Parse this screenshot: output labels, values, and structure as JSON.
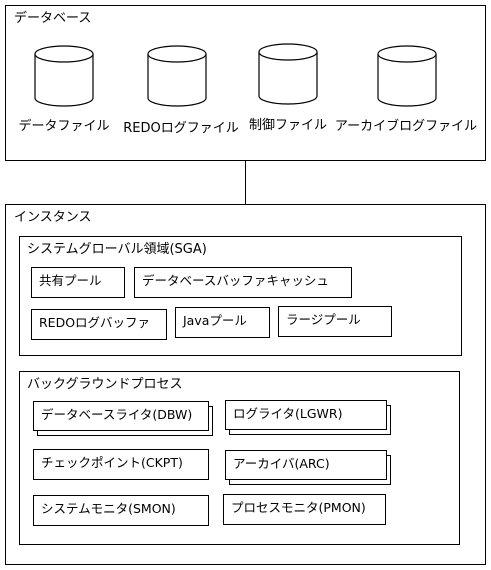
{
  "database": {
    "title": "データベース",
    "files": [
      {
        "label": "データファイル"
      },
      {
        "label": "REDOログファイル"
      },
      {
        "label": "制御ファイル"
      },
      {
        "label": "アーカイブログファイル"
      }
    ]
  },
  "instance": {
    "title": "インスタンス",
    "sga": {
      "title": "システムグローバル領域(SGA)",
      "components": [
        {
          "label": "共有プール"
        },
        {
          "label": "データベースバッファキャッシュ"
        },
        {
          "label": "REDOログバッファ"
        },
        {
          "label": "Javaプール"
        },
        {
          "label": "ラージプール"
        }
      ]
    },
    "background": {
      "title": "バックグラウンドプロセス",
      "processes": [
        {
          "label": "データベースライタ(DBW)"
        },
        {
          "label": "ログライタ(LGWR)"
        },
        {
          "label": "チェックポイント(CKPT)"
        },
        {
          "label": "アーカイバ(ARC)"
        },
        {
          "label": "システムモニタ(SMON)"
        },
        {
          "label": "プロセスモニタ(PMON)"
        }
      ]
    }
  }
}
